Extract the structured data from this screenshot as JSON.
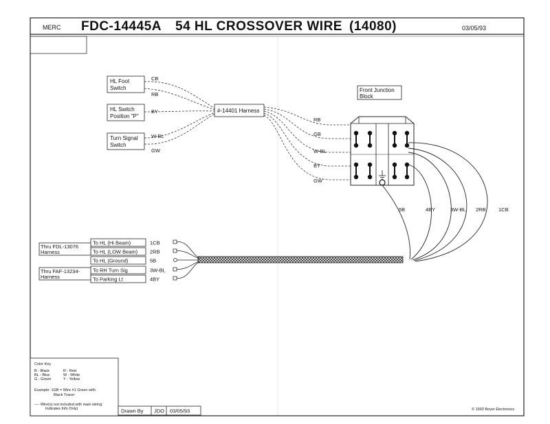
{
  "header": {
    "make": "MERC",
    "part_number": "FDC-14445A",
    "title": "54 HL CROSSOVER WIRE",
    "code": "(14080)",
    "date": "03/05/93"
  },
  "components": {
    "hl_foot_switch": [
      "HL Foot",
      "Switch"
    ],
    "hl_switch_position": [
      "HL Switch",
      "Position \"P\""
    ],
    "turn_signal_switch": [
      "Turn Signal",
      "Switch"
    ],
    "harness": "#-14401 Harness",
    "front_junction_block": [
      "Front Junction",
      "Block"
    ]
  },
  "upper_wires": {
    "foot_switch": [
      "CB",
      "RB"
    ],
    "position_switch": "BY",
    "turn_signal": [
      "W-BL",
      "GW"
    ],
    "junction_inputs": [
      "RB",
      "GB",
      "W-BL",
      "BY",
      "GW"
    ]
  },
  "junction_outputs": [
    "5B",
    "4BY",
    "3W-BL",
    "2RB",
    "1CB"
  ],
  "lower": {
    "thru_labels": [
      [
        "Thru FDL-13076",
        "Harness"
      ],
      [
        "Thru FAF-13234-",
        "Harness"
      ]
    ],
    "destinations": [
      {
        "label": "To HL (Hi Beam)",
        "wire": "1CB"
      },
      {
        "label": "To HL (LOW Beam)",
        "wire": "2RB"
      },
      {
        "label": "To HL (Ground)",
        "wire": "5B"
      },
      {
        "label": "To RH Turn Sig",
        "wire": "3W-BL"
      },
      {
        "label": "To Parking Lt",
        "wire": "4BY"
      }
    ]
  },
  "color_key": {
    "title": "Color Key",
    "entries": [
      [
        "B - Black",
        "R - Red"
      ],
      [
        "BL - Blue",
        "W - White"
      ],
      [
        "G - Green",
        "Y - Yellow"
      ]
    ],
    "example": [
      "Example: 1GB = Wire #1 Green with",
      "Black Tracer"
    ],
    "dashed_note": [
      "---- Wire(s) not included with main wiring",
      "Indicates Info Only)"
    ]
  },
  "footer": {
    "drawn_by_label": "Drawn By",
    "drawn_by": "JDO",
    "drawn_date": "03/05/93",
    "copyright": "© 1993 Boyer Electronics"
  }
}
